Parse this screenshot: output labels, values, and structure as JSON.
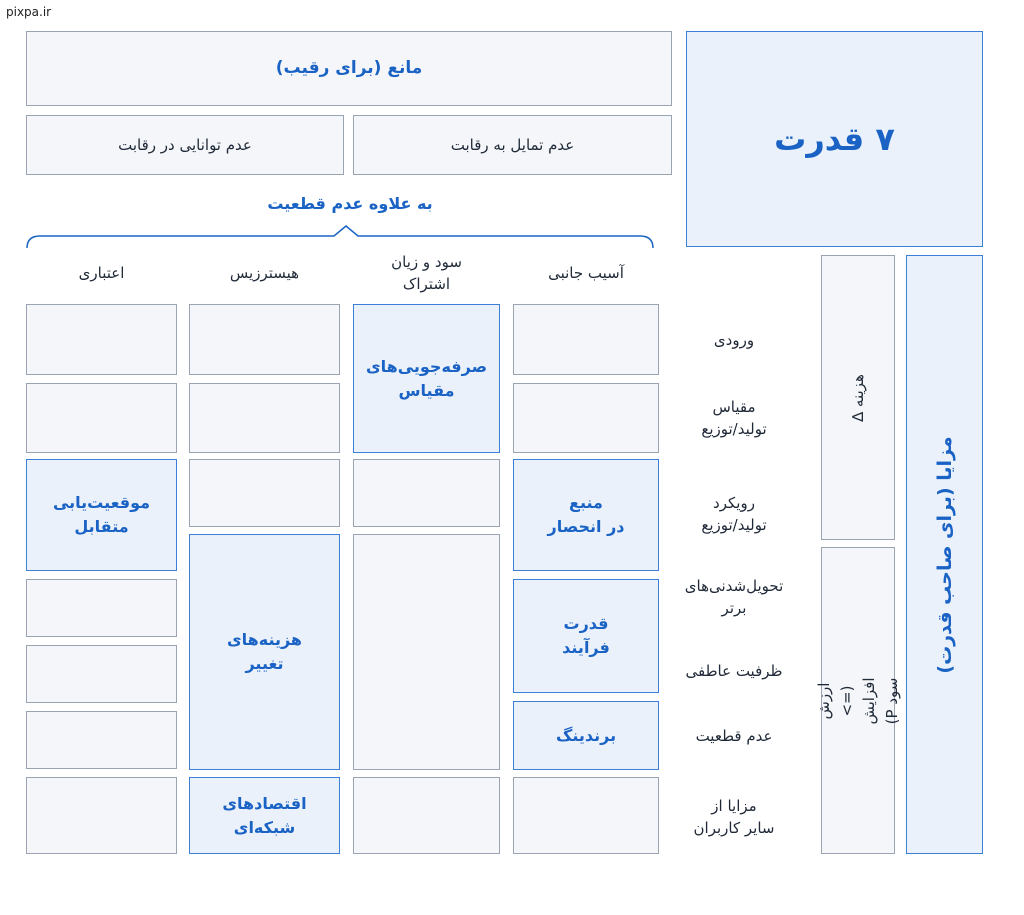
{
  "watermark": "pixpa.ir",
  "header": {
    "barrier_title": "مانع (برای رقیب)",
    "left_subtitle": "عدم توانایی در رقابت",
    "right_subtitle": "عدم تمایل به رقابت",
    "power_title": "۷ قدرت",
    "uncertainty_label": "به علاوه عدم قطعیت"
  },
  "columns": {
    "col1": "اعتباری",
    "col2": "هیسترزیس",
    "col3": "سود و زیان\nاشتراک",
    "col4": "آسیب جانبی"
  },
  "rows": {
    "r1": "ورودی",
    "r2": "مقیاس\nتولید/توزیع",
    "r3": "رویکرد\nتولید/توزیع",
    "r4": "تحویل‌شدنی‌های\nبرتر",
    "r5": "ظرفیت عاطفی",
    "r6": "عدم قطعیت",
    "r7": "مزایا از\nسایر کاربران"
  },
  "highlights": {
    "scale": "صرفه‌جویی‌های\nمقیاس",
    "counter": "موقعیت‌یابی\nمتقابل",
    "cornered": "منبع\nدر انحصار",
    "switching": "هزینه‌های\nتغییر",
    "process": "قدرت\nفرآیند",
    "branding": "برندینگ",
    "network": "اقتصادهای\nشبکه‌ای"
  },
  "side": {
    "cost": "هزینه ∆",
    "value": "ارزش\n(=> افزایش سود P)",
    "benefit": "مزایا (برای صاحب قدرت)"
  },
  "colors": {
    "accent": "#1a63c5",
    "highlight_fill": "#eaf1fb",
    "highlight_border": "#3b7fd6",
    "plain_fill": "#f4f6f9",
    "plain_border": "#9aa4b2"
  }
}
